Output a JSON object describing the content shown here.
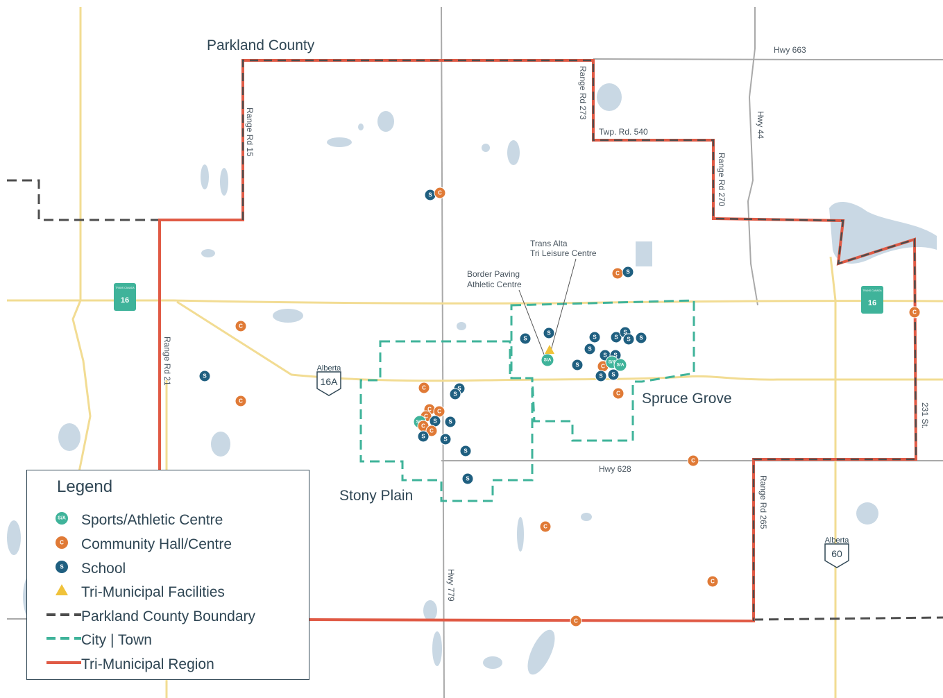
{
  "map": {
    "title": "Parkland County",
    "towns": [
      "Spruce Grove",
      "Stony Plain"
    ],
    "roads": [
      "Hwy 663",
      "Range Rd 273",
      "Twp. Rd. 540",
      "Range Rd 270",
      "Hwy 44",
      "Range Rd 15",
      "Range Rd 21",
      "Hwy 628",
      "Range Rd 265",
      "231 St.",
      "Hwy 779"
    ],
    "shields": {
      "hwy16_top": "TRANS CANADA",
      "hwy16_num": "16",
      "alberta": "Alberta",
      "hwy16a_num": "16A",
      "hwy60_num": "60"
    },
    "facilities": {
      "trans_alta": [
        "Trans Alta",
        "Tri Leisure Centre"
      ],
      "border_paving": [
        "Border Paving",
        "Athletic Centre"
      ]
    },
    "marker_codes": {
      "sports": "S/A",
      "community": "C",
      "school": "S"
    },
    "colors": {
      "sports": "#3fb39a",
      "community": "#e07a36",
      "school": "#1f5f80",
      "tri_muni": "#f0c23a",
      "county_boundary": "#4d4d4d",
      "city_town": "#3fb39a",
      "region": "#e05a45",
      "road": "#a9a9a9",
      "highway": "#f2dc93",
      "water": "#c9d8e4"
    }
  },
  "legend": {
    "title": "Legend",
    "items": [
      {
        "label": "Sports/Athletic Centre",
        "symbol": "sports"
      },
      {
        "label": "Community Hall/Centre",
        "symbol": "community"
      },
      {
        "label": "School",
        "symbol": "school"
      },
      {
        "label": "Tri-Municipal Facilities",
        "symbol": "tri_muni"
      },
      {
        "label": "Parkland County Boundary",
        "symbol": "county_boundary"
      },
      {
        "label": "City | Town",
        "symbol": "city_town"
      },
      {
        "label": "Tri-Municipal Region",
        "symbol": "region"
      }
    ]
  }
}
